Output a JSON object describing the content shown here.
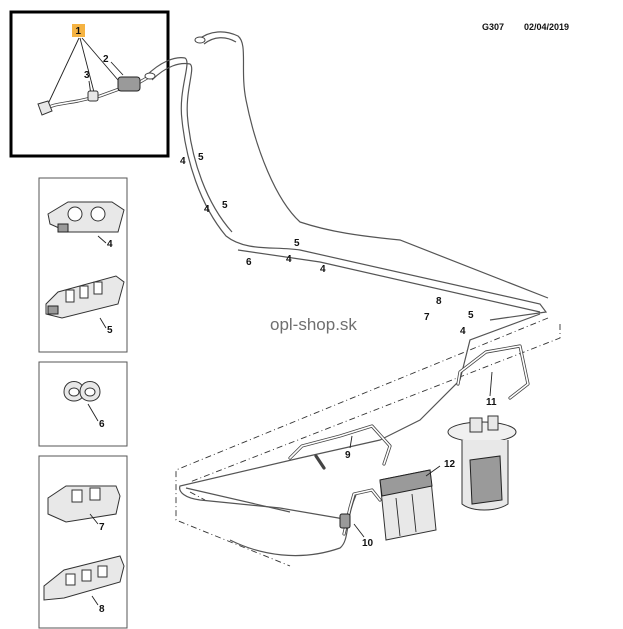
{
  "header": {
    "code": "G307",
    "date": "02/04/2019"
  },
  "watermark": "opl-shop.sk",
  "callouts": {
    "c1": "1",
    "c2": "2",
    "c3": "3",
    "c4": "4",
    "c5": "5",
    "c6": "6",
    "c7": "7",
    "c8": "8",
    "c9": "9",
    "c10": "10",
    "c11": "11",
    "c12": "12"
  },
  "colors": {
    "highlight": "#f5b342",
    "frame": "#000000",
    "inset_frame": "#555555"
  }
}
